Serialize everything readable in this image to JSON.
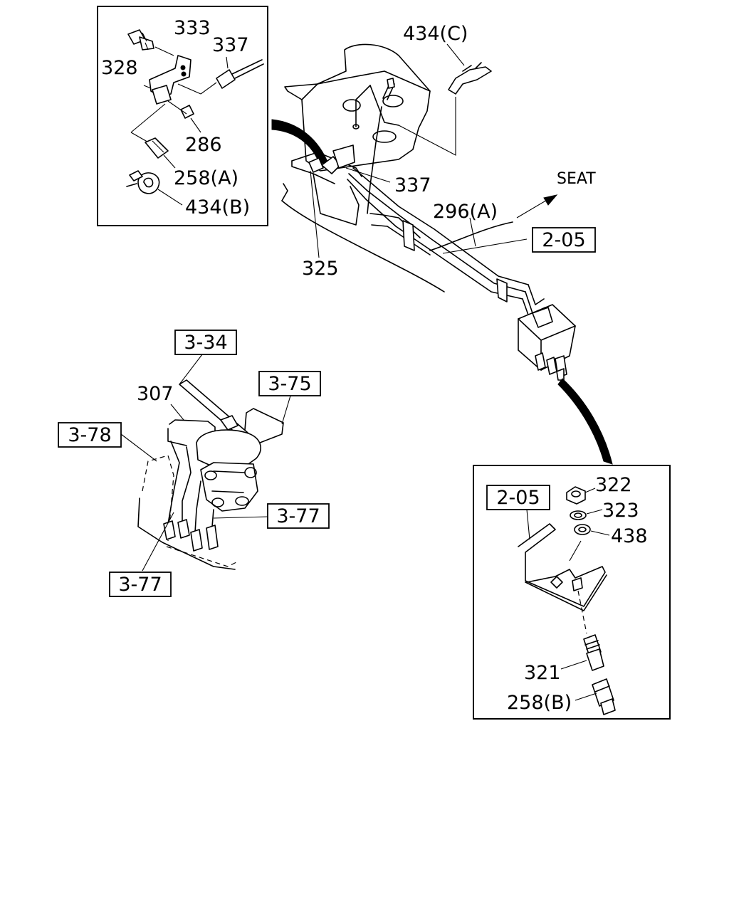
{
  "labels": {
    "p333": "333",
    "p337_inset": "337",
    "p328": "328",
    "p286": "286",
    "p258a": "258(A)",
    "p434b": "434(B)",
    "p434c": "434(C)",
    "p337_main": "337",
    "p325": "325",
    "seat": "SEAT",
    "p296a": "296(A)",
    "p307": "307",
    "p322": "322",
    "p323": "323",
    "p438": "438",
    "p321": "321",
    "p258b": "258(B)"
  },
  "refs": {
    "r205_main": "2-05",
    "r334": "3-34",
    "r375": "3-75",
    "r378": "3-78",
    "r377_right": "3-77",
    "r377_left": "3-77",
    "r205_inset": "2-05"
  }
}
